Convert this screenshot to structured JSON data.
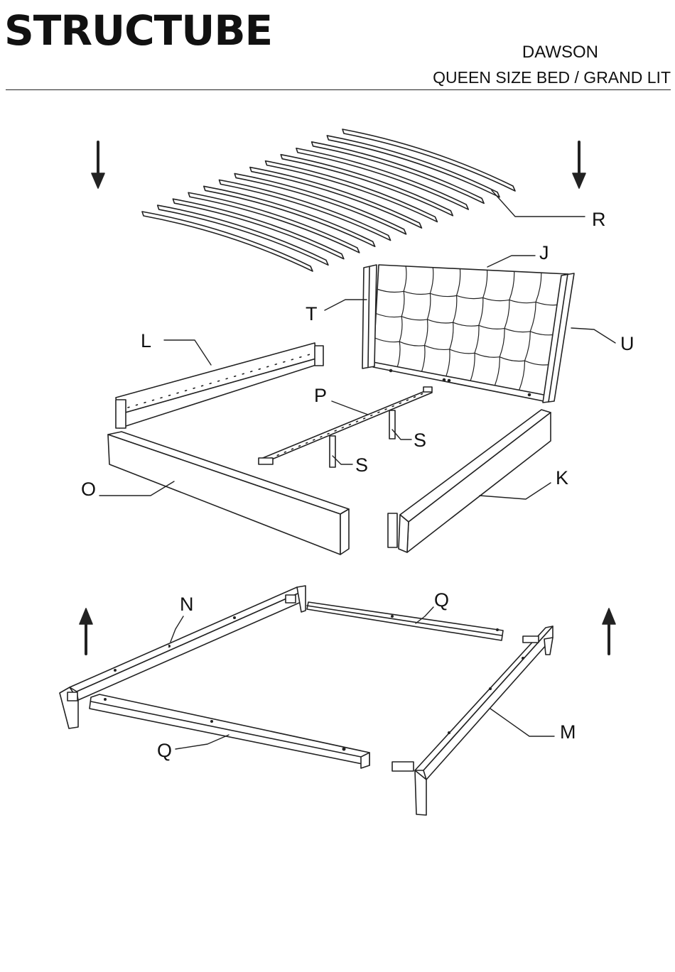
{
  "header": {
    "brand": "STRUCTUBE",
    "model": "DAWSON",
    "subtitle": "QUEEN SIZE BED / GRAND LIT"
  },
  "parts": {
    "R": "R",
    "J": "J",
    "T": "T",
    "U": "U",
    "L": "L",
    "P": "P",
    "S1": "S",
    "S2": "S",
    "O": "O",
    "K": "K",
    "N": "N",
    "Q1": "Q",
    "Q2": "Q",
    "M": "M"
  }
}
